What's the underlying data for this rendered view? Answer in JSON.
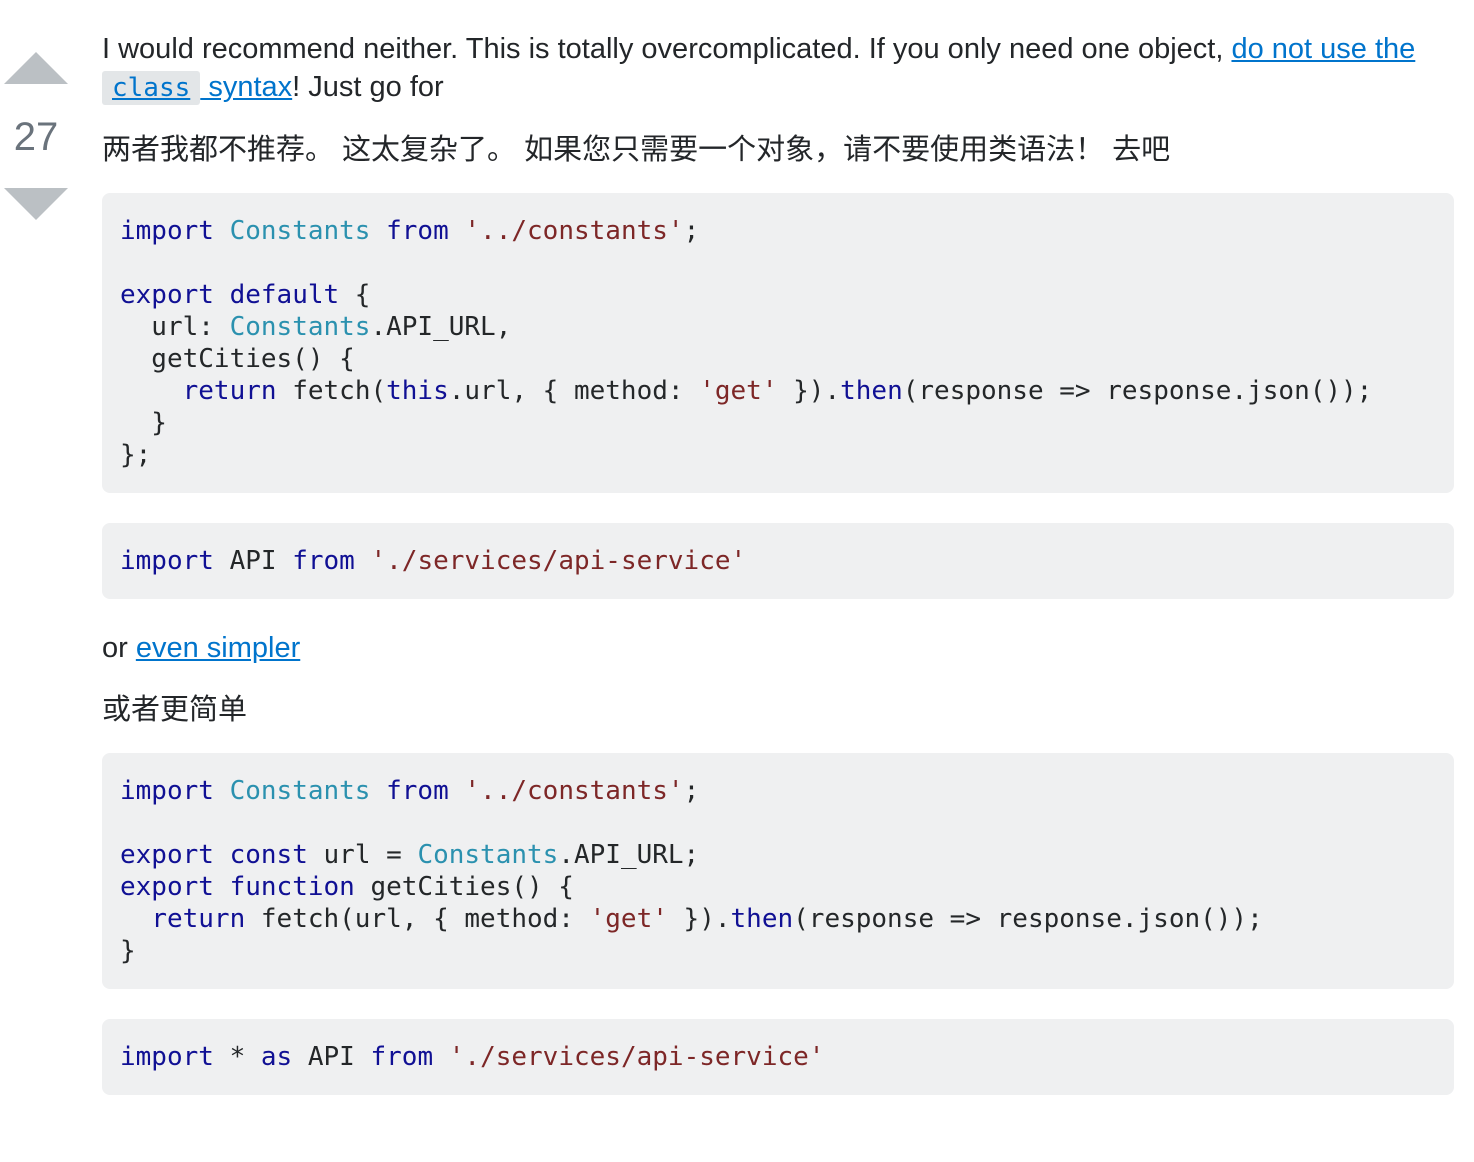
{
  "vote": {
    "count": "27"
  },
  "intro": {
    "pre": "I would recommend neither. This is totally overcomplicated. If you only need one object, ",
    "link_a": "do not use the ",
    "link_code": "class",
    "link_b": " syntax",
    "post": "! Just go for"
  },
  "intro_zh": "两者我都不推荐。 这太复杂了。 如果您只需要一个对象，请不要使用类语法！  去吧",
  "code1": {
    "l1": {
      "a": "import",
      "b": " ",
      "c": "Constants",
      "d": " ",
      "e": "from",
      "f": " ",
      "g": "'../constants'",
      "h": ";"
    },
    "l3": {
      "a": "export",
      "b": " ",
      "c": "default",
      "d": " {"
    },
    "l4": {
      "a": "  url: ",
      "b": "Constants",
      "c": ".API_URL,"
    },
    "l5": {
      "a": "  getCities() {"
    },
    "l6": {
      "a": "    ",
      "b": "return",
      "c": " fetch(",
      "d": "this",
      "e": ".url, { method: ",
      "f": "'get'",
      "g": " }).",
      "h": "then",
      "i": "(response => response.json());"
    },
    "l7": {
      "a": "  }"
    },
    "l8": {
      "a": "};"
    }
  },
  "code2": {
    "l1": {
      "a": "import",
      "b": " API ",
      "c": "from",
      "d": " ",
      "e": "'./services/api-service'"
    }
  },
  "or_line": {
    "pre": "or ",
    "link": "even simpler"
  },
  "or_zh": "或者更简单",
  "code3": {
    "l1": {
      "a": "import",
      "b": " ",
      "c": "Constants",
      "d": " ",
      "e": "from",
      "f": " ",
      "g": "'../constants'",
      "h": ";"
    },
    "l3": {
      "a": "export",
      "b": " ",
      "c": "const",
      "d": " url = ",
      "e": "Constants",
      "f": ".API_URL;"
    },
    "l4": {
      "a": "export",
      "b": " ",
      "c": "function",
      "d": " getCities() {"
    },
    "l5": {
      "a": "  ",
      "b": "return",
      "c": " fetch(url, { method: ",
      "d": "'get'",
      "e": " }).",
      "f": "then",
      "g": "(response => response.json());"
    },
    "l6": {
      "a": "}"
    }
  },
  "code4": {
    "l1": {
      "a": "import",
      "b": " * ",
      "c": "as",
      "d": " API ",
      "e": "from",
      "f": " ",
      "g": "'./services/api-service'"
    }
  }
}
